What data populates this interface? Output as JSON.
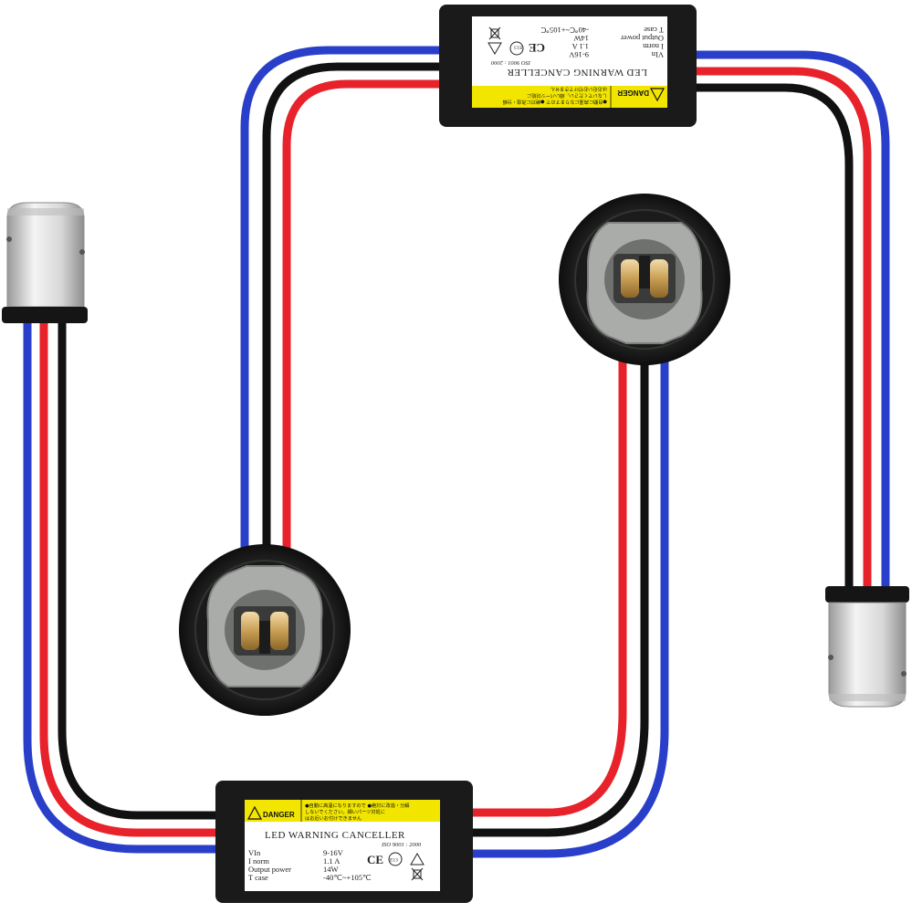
{
  "colors": {
    "wire_blue": "#2a3fc9",
    "wire_red": "#e8222a",
    "wire_black": "#111111",
    "box_body": "#1a1a1a",
    "label_white": "#ffffff",
    "danger_yellow": "#f2e600",
    "socket_grey": "#a9aca9",
    "contact_gold": "#c8a15a",
    "bulb_metal": "#d6d6d6"
  },
  "canceller_bottom": {
    "danger": "DANGER",
    "jp_line1": "●自動に高温になりますので ●絶対に改造・分解",
    "jp_line2": "しないでください。細いパーツ対処に",
    "jp_line3": "はお近いお付けできません",
    "title": "LED WARNING CANCELLER",
    "iso": "ISO 9001 : 2000",
    "rows": [
      {
        "label": "VIn",
        "value": "9-16V"
      },
      {
        "label": "I norm",
        "value": "1.1 A"
      },
      {
        "label": "Output power",
        "value": "14W"
      },
      {
        "label": "T case",
        "value": "-40℃~+105℃"
      }
    ],
    "marks": {
      "ce": "CE",
      "e13": "E13"
    }
  },
  "canceller_top": {
    "danger": "DANGER",
    "jp_line1": "●自動に高温になりますので ●絶対に改造・分解",
    "jp_line2": "しないでください。細いパーツ対処に",
    "jp_line3": "はお近いお付けできません",
    "title": "LED WARNING CANCELLER",
    "iso": "ISO 9001 : 2000",
    "rows": [
      {
        "label": "VIn",
        "value": "9-16V"
      },
      {
        "label": "I norm",
        "value": "1.1 A"
      },
      {
        "label": "Output power",
        "value": "14W"
      },
      {
        "label": "T case",
        "value": "-40℃~+105℃"
      }
    ],
    "marks": {
      "ce": "CE",
      "e13": "E13"
    }
  }
}
